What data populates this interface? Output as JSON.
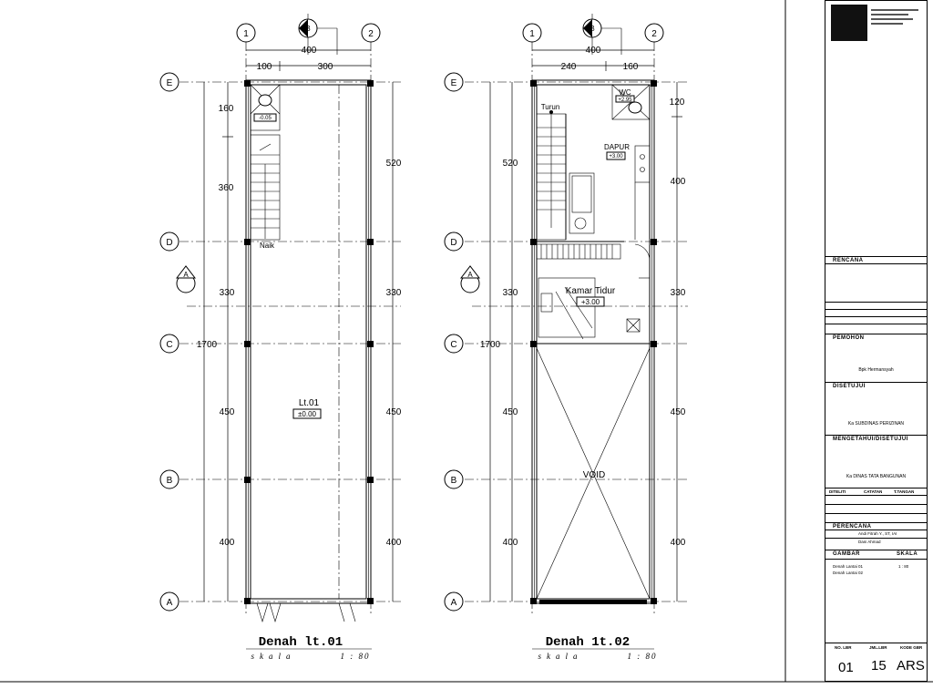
{
  "plans": [
    {
      "title": "Denah lt.01",
      "scale_word": "skala",
      "scale_value": "1 : 80",
      "overall_width": "400",
      "top_dims": [
        "100",
        "300"
      ],
      "right_dims": [
        "520",
        "330",
        "450",
        "400"
      ],
      "left_dims": [
        "160",
        "360",
        "330",
        "450",
        "400"
      ],
      "total_depth": "1700",
      "room_label": "Lt.01",
      "level_tag": "±0.00",
      "wc_level": "-0.05",
      "stair_label": "Naik",
      "section_marker": "A"
    },
    {
      "title": "Denah 1t.02",
      "scale_word": "skala",
      "scale_value": "1 : 80",
      "overall_width": "400",
      "top_dims": [
        "240",
        "160"
      ],
      "right_dims": [
        "120",
        "400",
        "330",
        "450",
        "400"
      ],
      "left_dims": [
        "520",
        "330",
        "450",
        "400"
      ],
      "total_depth": "1700",
      "stair_label": "Turun",
      "wc_label": "WC",
      "wc_level": "+2.95",
      "kitchen_label": "DAPUR",
      "kitchen_level": "+3.00",
      "bedroom_label": "Kamar Tidur",
      "bedroom_level": "+3.00",
      "void_label": "VOID",
      "section_marker": "A"
    }
  ],
  "grid_labels": {
    "columns": [
      "1",
      "2"
    ],
    "rows": [
      "E",
      "D",
      "C",
      "B",
      "A"
    ],
    "section_top": "B"
  },
  "title_block": {
    "rencana": "RENCANA",
    "pemohon": "PEMOHON",
    "pemohon_name": "Bpk Hermansyah",
    "disetujui": "DISETUJUI",
    "disetujui_name": "Ka SUBDINAS PERIZINAN",
    "mengetahui": "MENGETAHUI/DISETUJUI",
    "mengetahui_name": "Ka DINAS TATA BANGUNAN",
    "diteliti": "DITELITI",
    "catatan": "CATATAN",
    "t_tangan": "T.TANGAN",
    "perencana": "PERENCANA",
    "perencana_name1": "Andi Fitrah Y., ST, IAI",
    "perencana_name2": "Dani Ahmad",
    "gambar": "GAMBAR",
    "skala": "SKALA",
    "drawing1": "Denah Lantai 01",
    "drawing2": "Denah Lantai 02",
    "scale": "1 : 80",
    "no_lbr_label": "NO. LBR",
    "jml_lbr_label": "JML.LBR",
    "kode_gbr_label": "KODE GBR",
    "no_lbr": "01",
    "jml_lbr": "15",
    "kode_gbr": "ARS"
  }
}
